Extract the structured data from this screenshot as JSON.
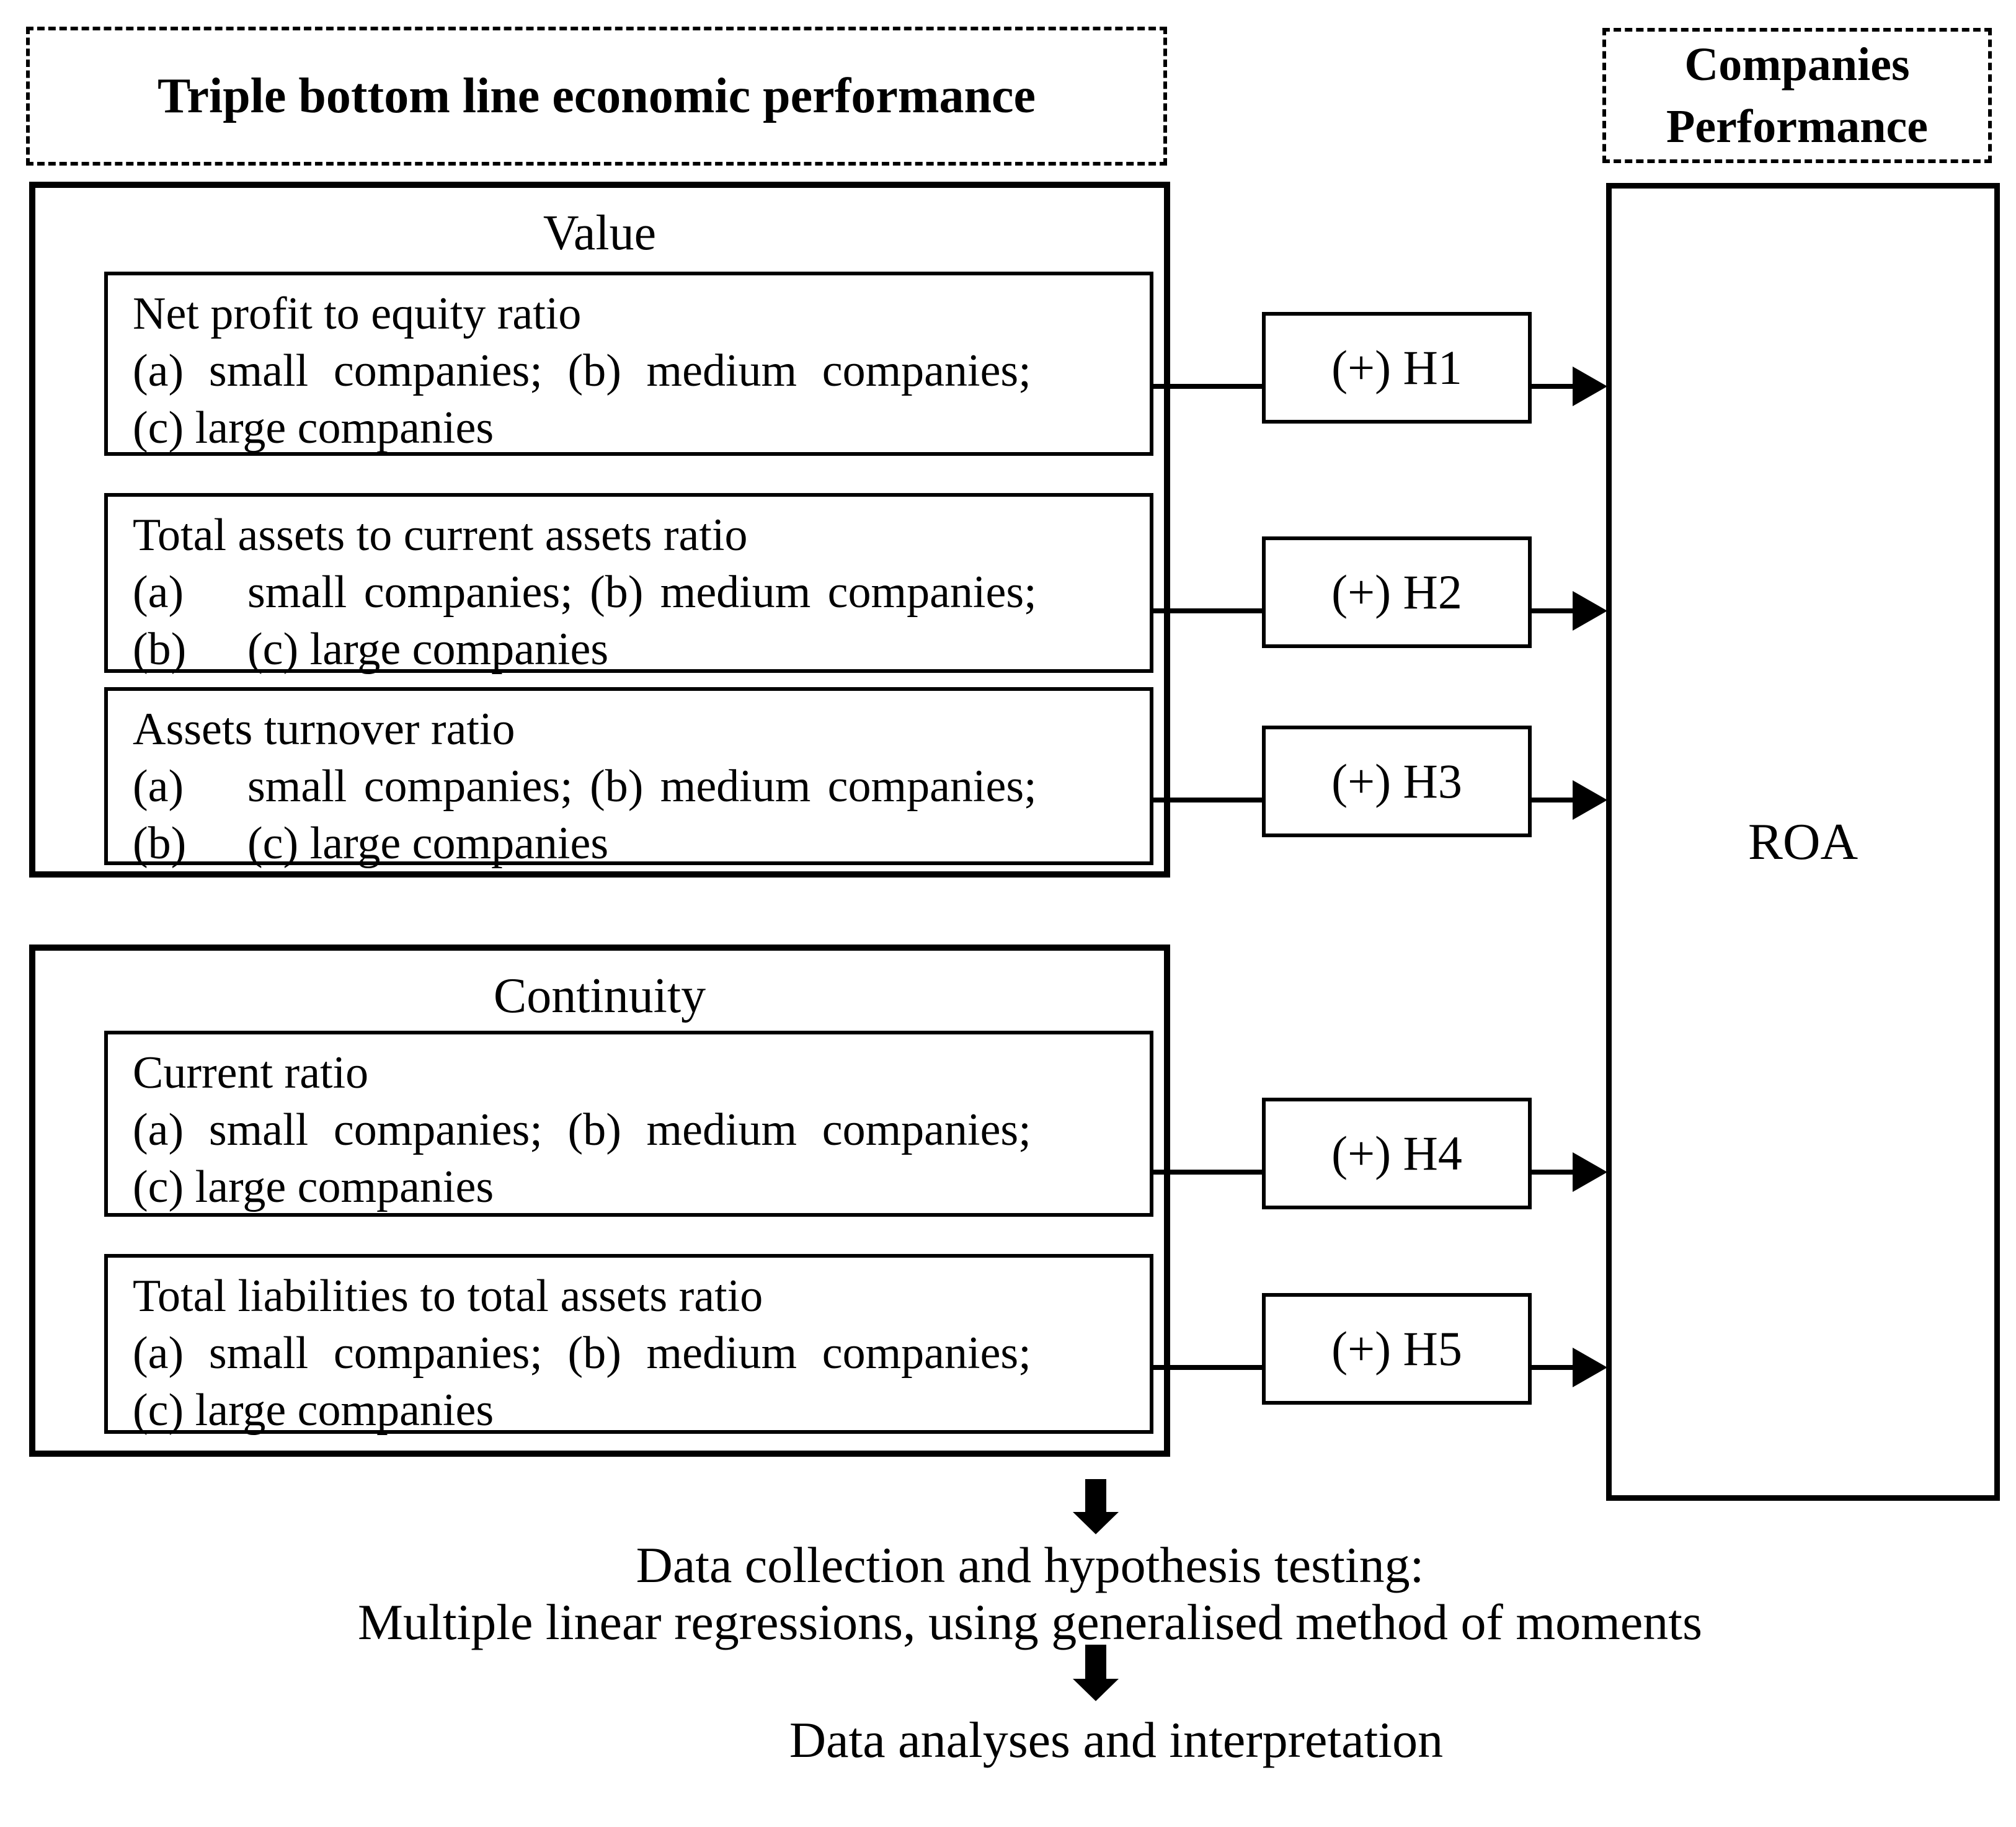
{
  "diagram": {
    "left_header": "Triple bottom line economic performance",
    "right_header_line1": "Companies",
    "right_header_line2": "Performance",
    "groups": [
      {
        "title": "Value",
        "items": [
          {
            "l1": "Net profit to equity ratio",
            "l2": "(a) small companies; (b) medium companies;",
            "l3": "(c) large companies"
          },
          {
            "l1": "Total assets to current assets ratio",
            "l2m": "(a)",
            "l2": "small companies; (b) medium companies;",
            "l3m": "(b)",
            "l3": "(c) large companies"
          },
          {
            "l1": "Assets turnover ratio",
            "l2m": "(a)",
            "l2": "small companies; (b) medium companies;",
            "l3m": "(b)",
            "l3": "(c) large companies"
          }
        ]
      },
      {
        "title": "Continuity",
        "items": [
          {
            "l1": "Current ratio",
            "l2": "(a) small companies; (b) medium companies;",
            "l3": "(c) large companies"
          },
          {
            "l1": "Total liabilities to total assets ratio",
            "l2": "(a) small companies; (b) medium companies;",
            "l3": "(c) large companies"
          }
        ]
      }
    ],
    "hypotheses": [
      "(+) H1",
      "(+) H2",
      "(+) H3",
      "(+) H4",
      "(+) H5"
    ],
    "outcome": "ROA",
    "flow": {
      "line1": "Data collection and hypothesis testing:",
      "line2": "Multiple linear regressions, using generalised method of moments",
      "line3": "Data analyses and interpretation"
    },
    "colors": {
      "ink": "#000000",
      "background": "#ffffff"
    }
  }
}
